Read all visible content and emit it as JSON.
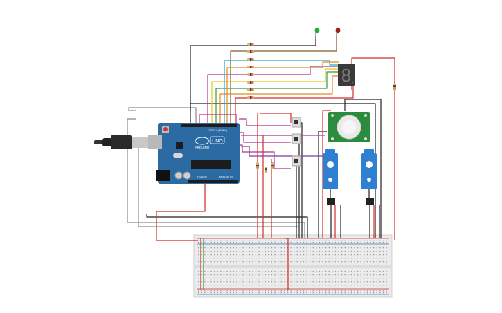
{
  "arduino": {
    "brand": "ARDUINO",
    "model": "UNO",
    "digital_label": "DIGITAL (PWM~)",
    "power_label": "POWER",
    "analog_label": "ANALOG IN"
  },
  "display": {
    "digit": "8"
  },
  "colors": {
    "board": "#2b6aa3",
    "breadboard": "#e9e9e9",
    "wire_red": "#d42a2a",
    "wire_black": "#222222",
    "wire_gray": "#8a8a8a",
    "wire_magenta": "#b4328f",
    "wire_yellow": "#e8c51c",
    "wire_green": "#2f9e3a",
    "wire_orange": "#e28a1f",
    "wire_cyan": "#27a7c4",
    "wire_brown": "#7a5a2a",
    "wire_purple": "#7a3fa0",
    "led_green": "#27a83a",
    "led_red": "#a31a1a",
    "pir_board": "#2a8c3c",
    "servo": "#2f7fd3"
  },
  "icons": [
    "usb-connector-icon",
    "power-jack-icon",
    "reset-button-icon"
  ]
}
